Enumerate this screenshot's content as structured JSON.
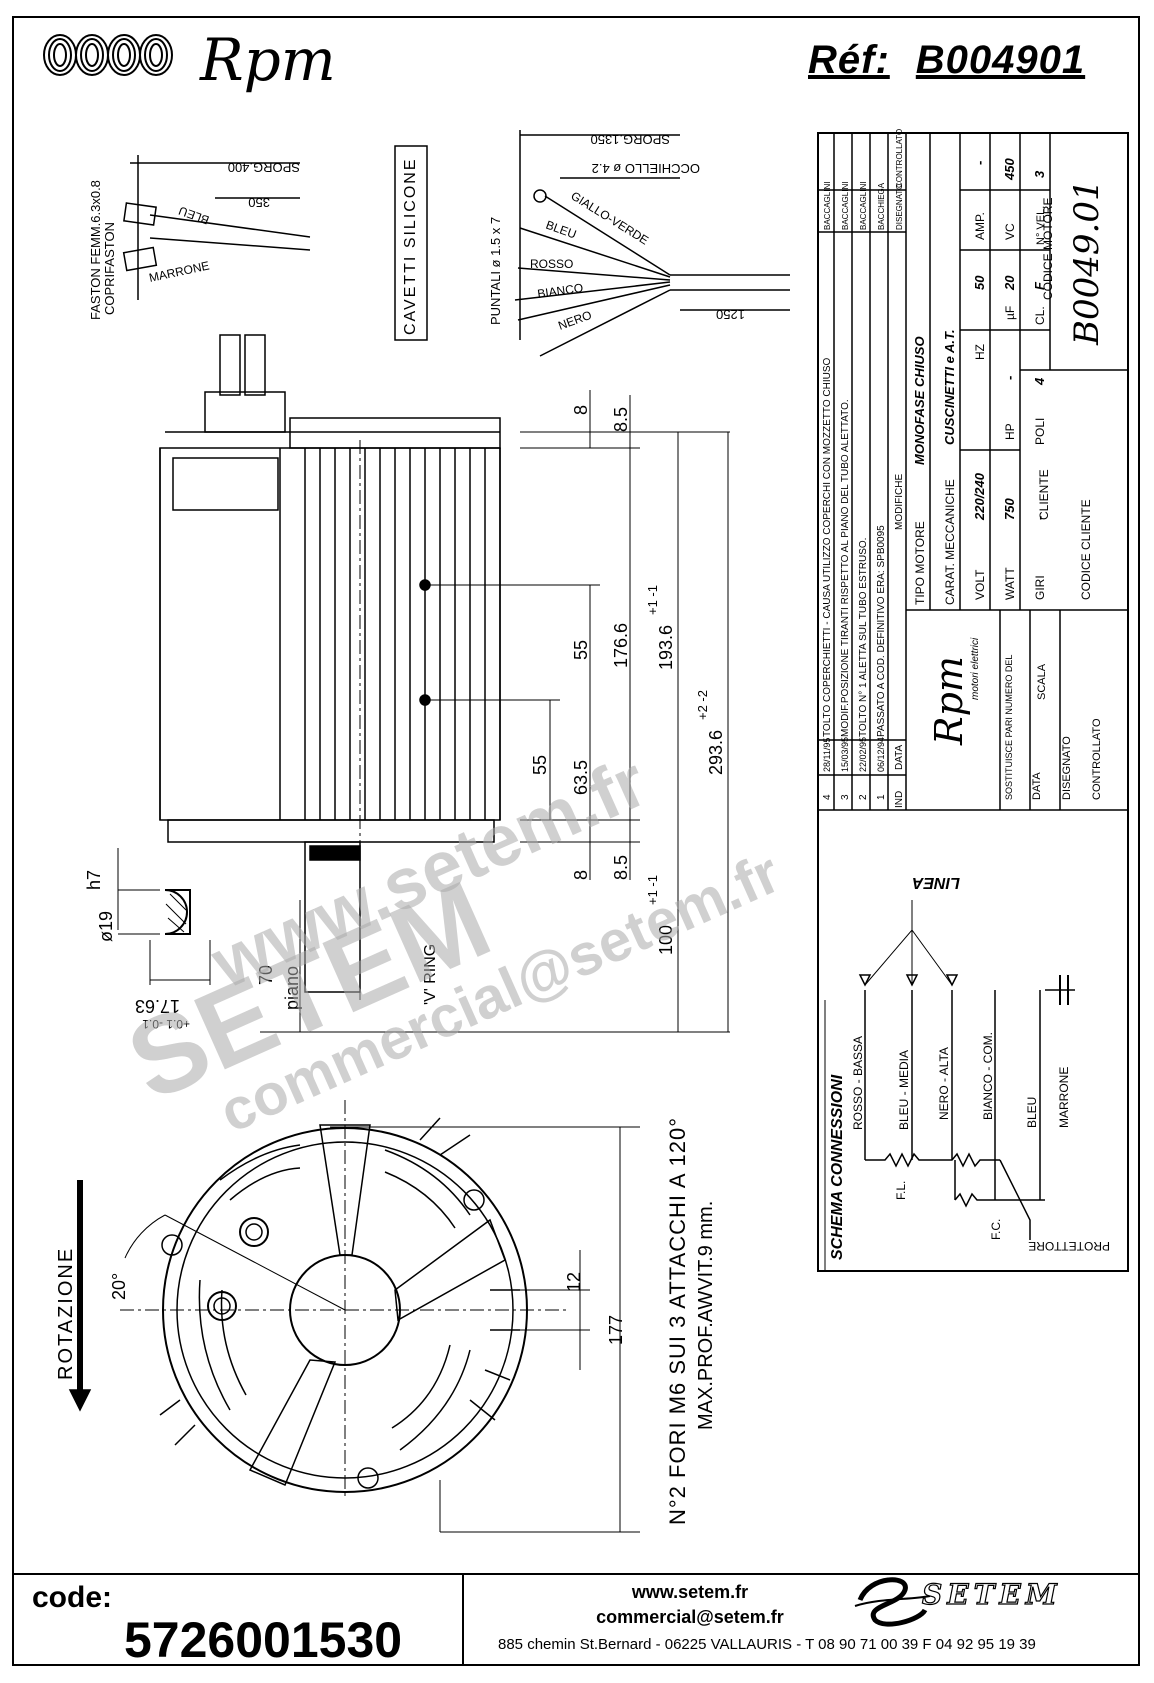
{
  "header": {
    "brand": "Rpm",
    "ref_label": "Réf:",
    "ref_value": "B004901"
  },
  "cable_notes": {
    "faston": "FASTON FEMM.6.3x0.8",
    "coprifaston": "COPRIFASTON",
    "sporg_400": "SPORG.400",
    "len_350": "350",
    "bleu": "BLEU",
    "marrone": "MARRONE",
    "cavetti": "CAVETTI SILICONE",
    "puntali": "PUNTALI ø 1.5 x 7",
    "sporg_1350": "SPORG.1350",
    "occhiello": "OCCHIELLO ø 4.2",
    "giallo_verde": "GIALLO-VERDE",
    "rosso": "ROSSO",
    "bianco": "BIANCO",
    "nero": "NERO",
    "len_1250": "1250"
  },
  "dimensions": {
    "d8_top": "8",
    "d85_top": "8.5",
    "d55_a": "55",
    "d1766": "176.6",
    "d1936": "193.6",
    "tol_1936": "+1 -1",
    "d2936": "293.6",
    "tol_2936": "+2 -2",
    "d55_b": "55",
    "d635": "63.5",
    "d8_bot": "8",
    "d85_bot": "8.5",
    "d100": "100",
    "tol_100": "+1 -1",
    "d70": "70",
    "piano": "piano",
    "vring": "'V' RING",
    "shaft_dia": "ø19",
    "h7": "h7",
    "flat": "17.63",
    "tol_flat": "+0.1 -0.1",
    "d20deg": "20°",
    "d12": "12",
    "d177": "177"
  },
  "front_notes": {
    "rotazione": "ROTAZIONE",
    "fori": "N°2 FORI M6 SUI 3 ATTACCHI A 120°",
    "max_prof": "MAX.PROF.AWVIT.9 mm."
  },
  "revisions": {
    "header": [
      "IND",
      "DATA",
      "MODIFICHE",
      "DISEGNATO",
      "CONTROLLATO"
    ],
    "rows": [
      {
        "ind": "4",
        "date": "28/11/95",
        "text": "TOLTO COPERCHIETTI - CAUSA UTILIZZO COPERCHI CON MOZZETTO CHIUSO",
        "by": "BACCAGLINI",
        "chk": ""
      },
      {
        "ind": "3",
        "date": "15/03/95",
        "text": "MODIF.POSIZIONE TIRANTI RISPETTO AL PIANO DEL TUBO ALETTATO.",
        "by": "BACCAGLINI",
        "chk": ""
      },
      {
        "ind": "2",
        "date": "22/02/95",
        "text": "TOLTO N° 1 ALETTA SUL TUBO ESTRUSO.",
        "by": "BACCAGLINI",
        "chk": ""
      },
      {
        "ind": "1",
        "date": "06/12/94",
        "text": "PASSATO A COD. DEFINITIVO ERA: SPB0095",
        "by": "BACCHIEGA",
        "chk": ""
      }
    ]
  },
  "motor_specs": {
    "tipo_label": "TIPO MOTORE",
    "tipo_value": "MONOFASE CHIUSO",
    "carat_label": "CARAT. MECCANICHE",
    "carat_value": "CUSCINETTI e A.T.",
    "volt_label": "VOLT",
    "volt_value": "220/240",
    "hz_label": "HZ",
    "hz_value": "50",
    "amp_label": "AMP.",
    "amp_value": "-",
    "watt_label": "WATT",
    "watt_value": "750",
    "hp_label": "HP",
    "hp_value": "-",
    "uf_label": "µF",
    "uf_value": "20",
    "vc_label": "VC",
    "vc_value": "450",
    "giri_label": "GIRI",
    "giri_value": "-",
    "poli_label": "POLI",
    "poli_value": "4",
    "cl_label": "CL.",
    "cl_value": "F",
    "vel_label": "N° VEL.",
    "vel_value": "3",
    "cliente_label": "CLIENTE",
    "codice_motore_label": "CODICE MOTORE",
    "codice_motore_value": "B0049.01",
    "codice_cliente_label": "CODICE CLIENTE"
  },
  "title_block": {
    "brand": "Rpm",
    "brand_sub": "motori elettrici",
    "sostituisce": "SOSTITUISCE PARI NUMERO DEL",
    "scala": "SCALA",
    "data": "DATA",
    "disegnato": "DISEGNATO",
    "controllato": "CONTROLLATO"
  },
  "schema": {
    "title": "SCHEMA CONNESSIONI",
    "linea": "LINEA",
    "wires": [
      "ROSSO - BASSA",
      "BLEU - MEDIA",
      "NERO - ALTA",
      "BIANCO - COM."
    ],
    "bleu": "BLEU",
    "marrone": "MARRONE",
    "fl": "F.L.",
    "fc": "F.C.",
    "protettore": "PROTETTORE"
  },
  "footer": {
    "code_label": "code:",
    "code_value": "5726001530",
    "website": "www.setem.fr",
    "email": "commercial@setem.fr",
    "address": "885 chemin St.Bernard  -  06225 VALLAURIS  -  T 08 90 71 00 39   F 04 92 95 19 39",
    "brand": "SETEM"
  },
  "watermark": {
    "line1": "www.setem.fr",
    "line2": "SETEM",
    "line3": "commercial@setem.fr"
  }
}
